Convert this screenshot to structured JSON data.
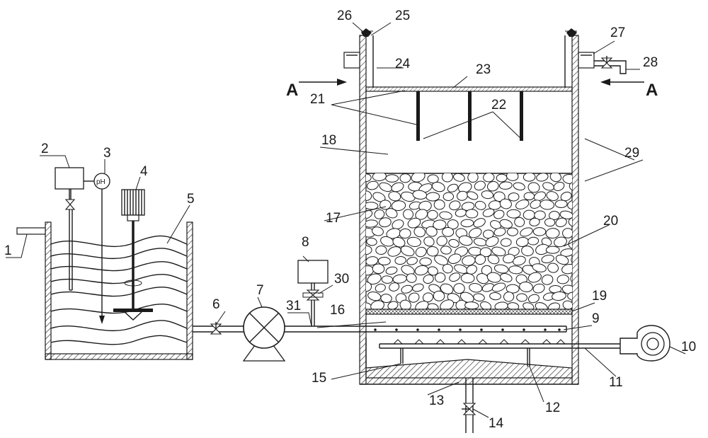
{
  "labels": {
    "l1": "1",
    "l2": "2",
    "l3": "3",
    "l4": "4",
    "l5": "5",
    "l6": "6",
    "l7": "7",
    "l8": "8",
    "l9": "9",
    "l10": "10",
    "l11": "11",
    "l12": "12",
    "l13": "13",
    "l14": "14",
    "l15": "15",
    "l16": "16",
    "l17": "17",
    "l18": "18",
    "l19": "19",
    "l20": "20",
    "l21": "21",
    "l22": "22",
    "l23": "23",
    "l24": "24",
    "l25": "25",
    "l26": "26",
    "l27": "27",
    "l28": "28",
    "l29": "29",
    "l30": "30",
    "l31": "31",
    "section_left": "A",
    "section_right": "A",
    "ph_text": "pH"
  },
  "icons": {
    "pump": "pump-icon",
    "blower": "blower-icon",
    "motor": "motor-icon",
    "valve": "valve-icon"
  }
}
